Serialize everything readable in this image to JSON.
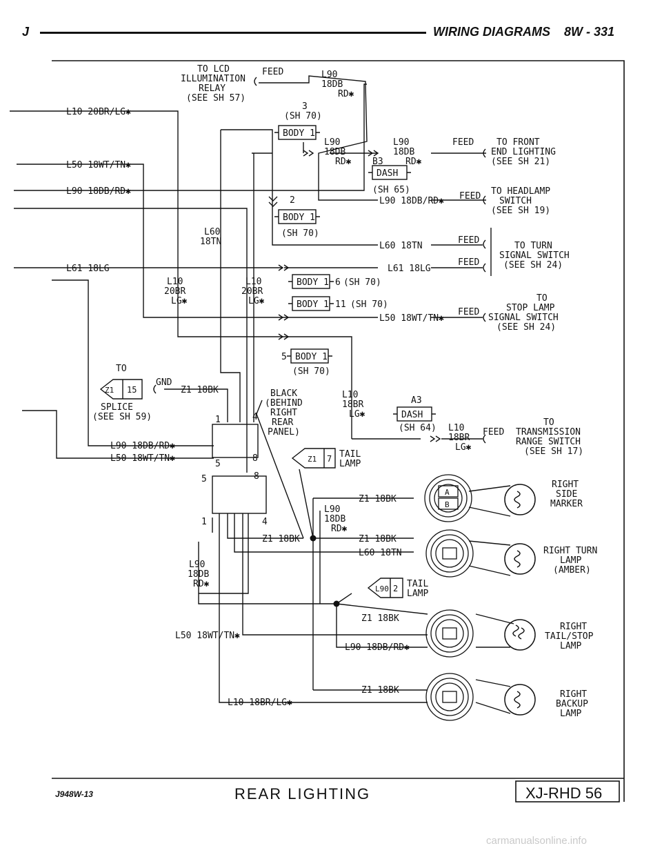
{
  "header": {
    "left": "J",
    "title": "WIRING DIAGRAMS",
    "page": "8W - 331"
  },
  "footer": {
    "code": "J948W-13",
    "title": "REAR LIGHTING",
    "page_ref": "XJ-RHD 56"
  },
  "watermark": "carmanualsonline.info",
  "left_wires": {
    "l10": "L10 20BR/LG✱",
    "l50": "L50 18WT/TN✱",
    "l90": "L90 18DB/RD✱",
    "l61": "L61 18LG"
  },
  "top": {
    "lcd_1": "TO LCD",
    "lcd_2": "ILLUMINATION",
    "lcd_3": "RELAY",
    "lcd_4": "(SEE SH 57)",
    "feed": "FEED",
    "l90_a": "L90",
    "l90_b": "18DB",
    "l90_c": "RD✱",
    "conn3": "3",
    "sh70": "(SH 70)"
  },
  "connectors": {
    "body1": "BODY 1",
    "dash": "DASH"
  },
  "front_end": {
    "w1": "L90",
    "w2": "18DB",
    "w3": "RD✱",
    "w4": "L90",
    "w5": "18DB",
    "w6": "RD✱",
    "b3": "B3",
    "feed": "FEED",
    "d1": "TO FRONT",
    "d2": "END LIGHTING",
    "d3": "(SEE SH 21)"
  },
  "headlamp": {
    "sh65": "(SH 65)",
    "wire": "L90 18DB/RD✱",
    "feed": "FEED",
    "d1": "TO HEADLAMP",
    "d2": "SWITCH",
    "d3": "(SEE SH 19)",
    "num2": "2",
    "sh70": "(SH 70)"
  },
  "turn": {
    "l60a": "L60",
    "l60b": "18TN",
    "w60": "L60 18TN",
    "w61": "L61 18LG",
    "feed": "FEED",
    "d1": "TO TURN",
    "d2": "SIGNAL SWITCH",
    "d3": "(SEE SH 24)",
    "pin6": "6",
    "sh70": "(SH 70)"
  },
  "stop": {
    "l10a_1": "L10",
    "l10a_2": "20BR",
    "l10a_3": "LG✱",
    "l10b_1": "L10",
    "l10b_2": "20BR",
    "l10b_3": "LG✱",
    "pin11": "11",
    "sh70": "(SH 70)",
    "wire": "L50 18WT/TN✱",
    "feed": "FEED",
    "d1": "TO",
    "d2": "STOP LAMP",
    "d3": "SIGNAL SWITCH",
    "d4": "(SEE SH 24)"
  },
  "mid": {
    "pin5": "5",
    "sh70": "(SH 70)",
    "to": "TO",
    "splice_z1": "Z1",
    "splice_15": "15",
    "gnd": "GND",
    "z1_wire": "Z1 18BK",
    "splice1": "SPLICE",
    "splice2": "(SEE SH 59)",
    "black1": "BLACK",
    "black2": "(BEHIND",
    "black3": "RIGHT",
    "black4": "REAR",
    "black5": "PANEL)",
    "l10_1": "L10",
    "l10_2": "18BR",
    "l10_3": "LG✱",
    "a3": "A3",
    "sh64": "(SH 64)",
    "l10c_1": "L10",
    "l10c_2": "18BR",
    "l10c_3": "LG✱",
    "feed": "FEED",
    "t1": "TO",
    "t2": "TRANSMISSION",
    "t3": "RANGE SWITCH",
    "t4": "(SEE SH 17)",
    "w90": "L90 18DB/RD✱",
    "w50": "L50 18WT/TN✱",
    "p1": "1",
    "p4": "4",
    "p5": "5",
    "p8": "8"
  },
  "tail": {
    "z1": "Z1",
    "num7": "7",
    "t7a": "TAIL",
    "t7b": "LAMP",
    "l90": "L90",
    "num2": "2",
    "t2a": "TAIL",
    "t2b": "LAMP"
  },
  "lower_conn": {
    "p5": "5",
    "p8": "8",
    "p1": "1",
    "p4": "4"
  },
  "lamps": {
    "side1": "RIGHT",
    "side2": "SIDE",
    "side3": "MARKER",
    "turn1": "RIGHT TURN",
    "turn2": "LAMP",
    "turn3": "(AMBER)",
    "stop1": "RIGHT",
    "stop2": "TAIL/STOP",
    "stop3": "LAMP",
    "back1": "RIGHT",
    "back2": "BACKUP",
    "back3": "LAMP",
    "pin_a": "A",
    "pin_b": "B"
  },
  "lamp_wires": {
    "side_z1": "Z1 18BK",
    "side_l90_1": "L90",
    "side_l90_2": "18DB",
    "side_l90_3": "RD✱",
    "turn_z1a": "Z1 18BK",
    "turn_z1b": "Z1 18BK",
    "turn_l60": "L60 18TN",
    "left_l90_1": "L90",
    "left_l90_2": "18DB",
    "left_l90_3": "RD✱",
    "stop_z1": "Z1 18BK",
    "stop_l90": "L90 18DB/RD✱",
    "stop_l50": "L50 18WT/TN✱",
    "back_z1": "Z1 18BK",
    "back_l10": "L10 18BR/LG✱"
  }
}
